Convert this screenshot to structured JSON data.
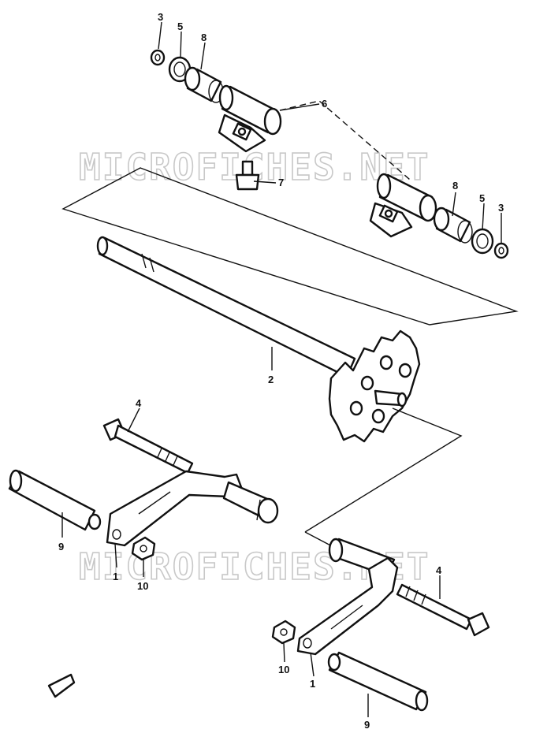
{
  "watermark": {
    "text": "MICROFICHES.NET",
    "color": "#c8c8c8"
  },
  "callouts": [
    {
      "id": "3-top",
      "label": "3"
    },
    {
      "id": "5-top",
      "label": "5"
    },
    {
      "id": "8-top",
      "label": "8"
    },
    {
      "id": "6",
      "label": "6"
    },
    {
      "id": "7",
      "label": "7"
    },
    {
      "id": "8-right",
      "label": "8"
    },
    {
      "id": "5-right",
      "label": "5"
    },
    {
      "id": "3-right",
      "label": "3"
    },
    {
      "id": "2",
      "label": "2"
    },
    {
      "id": "4-left",
      "label": "4"
    },
    {
      "id": "9-left",
      "label": "9"
    },
    {
      "id": "1-left",
      "label": "1"
    },
    {
      "id": "10-left",
      "label": "10"
    },
    {
      "id": "4-right",
      "label": "4"
    },
    {
      "id": "10-right",
      "label": "10"
    },
    {
      "id": "1-right",
      "label": "1"
    },
    {
      "id": "9-right",
      "label": "9"
    }
  ]
}
